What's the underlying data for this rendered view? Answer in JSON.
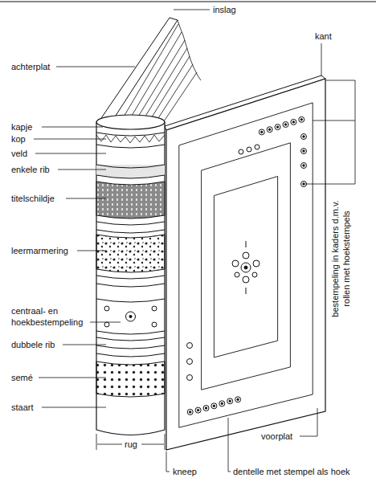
{
  "diagram": {
    "labels": [
      "inslag",
      "kant",
      "achterplat",
      "kapje",
      "kop",
      "veld",
      "enkele rib",
      "titelschildje",
      "leermarmering",
      "centraal- en hoekbestempeling",
      "dubbele rib",
      "semé",
      "staart",
      "rug",
      "voorplat",
      "kneep",
      "dentelle met stempel als hoek",
      "bestempeling in kaders d.m.v. rollen met hoekstempels"
    ]
  }
}
